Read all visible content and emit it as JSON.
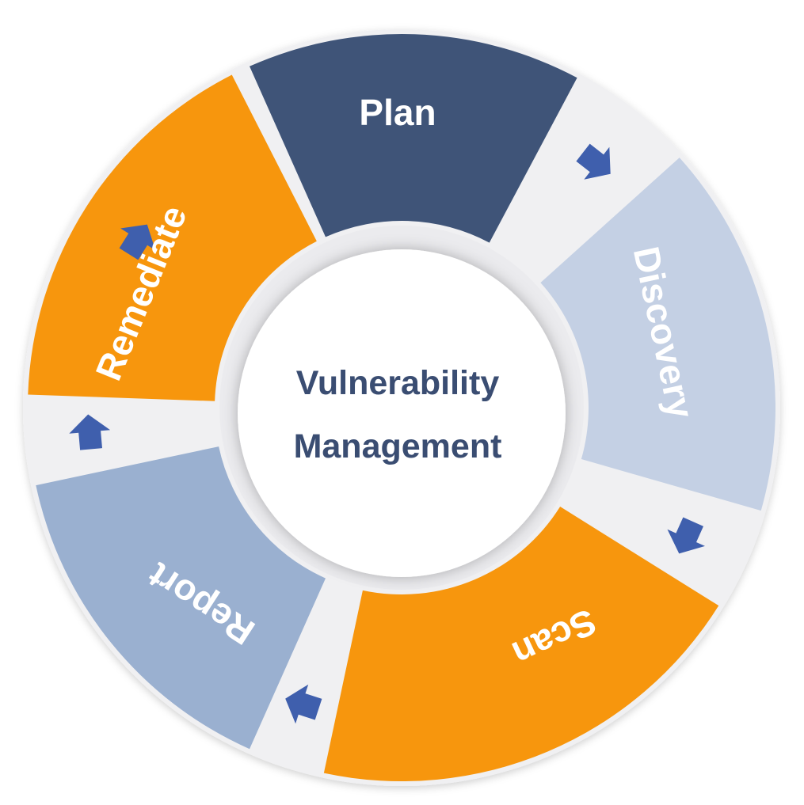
{
  "center": {
    "line1": "Vulnerability",
    "line2": "Management"
  },
  "stages": [
    {
      "key": "plan",
      "label": "Plan",
      "color": "#3f5478"
    },
    {
      "key": "discovery",
      "label": "Discovery",
      "color": "#c4d0e4"
    },
    {
      "key": "scan",
      "label": "Scan",
      "color": "#f7960d"
    },
    {
      "key": "report",
      "label": "Report",
      "color": "#9ab0d0"
    },
    {
      "key": "remediate",
      "label": "Remediate",
      "color": "#f7960d"
    }
  ],
  "colors": {
    "ring": "#f0f0f2",
    "arrow": "#3f5fad",
    "center_fill": "#ffffff",
    "center_text": "#3a4d72"
  },
  "arrows": [
    {
      "from": "plan",
      "to": "discovery",
      "icon": "arrow-icon"
    },
    {
      "from": "discovery",
      "to": "scan",
      "icon": "arrow-icon"
    },
    {
      "from": "scan",
      "to": "report",
      "icon": "arrow-icon"
    },
    {
      "from": "report",
      "to": "remediate",
      "icon": "arrow-icon"
    },
    {
      "from": "remediate",
      "to": "plan",
      "icon": "arrow-icon"
    }
  ]
}
